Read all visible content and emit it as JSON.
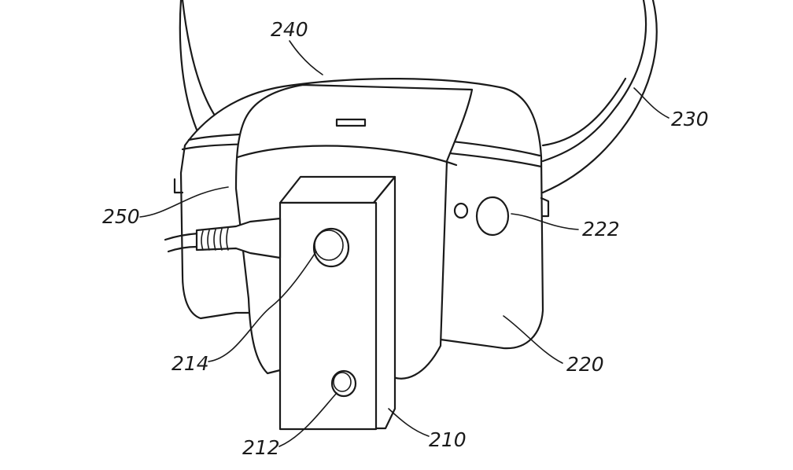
{
  "figure": {
    "labels": {
      "band_outer": "230",
      "band_top": "240",
      "body": "220",
      "body_camera": "222",
      "module": "210",
      "module_lens_large": "214",
      "module_lens_small": "212",
      "cable": "250"
    }
  },
  "colors": {
    "line": "#1a1a1a",
    "background": "#ffffff"
  }
}
